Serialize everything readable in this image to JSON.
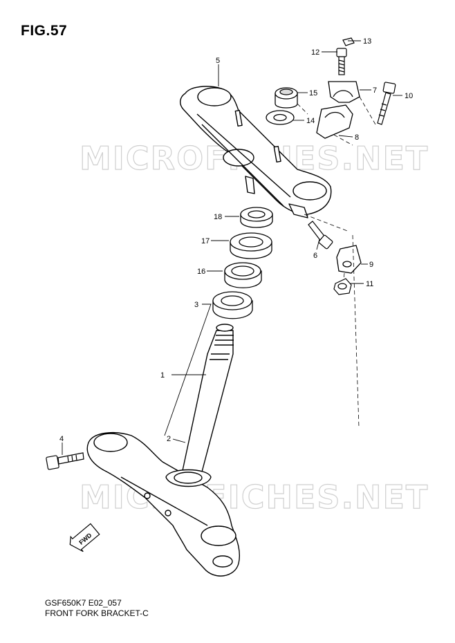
{
  "figure": {
    "title": "FIG.57",
    "model_code": "GSF650K7 E02_057",
    "caption": "FRONT FORK BRACKET-C"
  },
  "watermark": "MICROFICHES.NET",
  "fwd_marker": "FWD",
  "parts": [
    {
      "ref": "1"
    },
    {
      "ref": "2"
    },
    {
      "ref": "3"
    },
    {
      "ref": "4"
    },
    {
      "ref": "5"
    },
    {
      "ref": "6"
    },
    {
      "ref": "7"
    },
    {
      "ref": "8"
    },
    {
      "ref": "9"
    },
    {
      "ref": "10"
    },
    {
      "ref": "11"
    },
    {
      "ref": "12"
    },
    {
      "ref": "13"
    },
    {
      "ref": "14"
    },
    {
      "ref": "15"
    },
    {
      "ref": "16"
    },
    {
      "ref": "17"
    },
    {
      "ref": "18"
    }
  ]
}
